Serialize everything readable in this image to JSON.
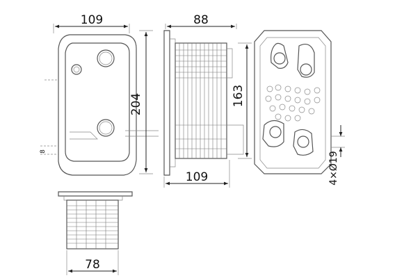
{
  "diagram": {
    "views": [
      "front-view",
      "side-view",
      "back-view",
      "bottom-view"
    ],
    "dimensions": {
      "front_width": "109",
      "height": "204",
      "side_width": "88",
      "core_height": "163",
      "side_base_width": "109",
      "bottom_width": "78",
      "holes": "4×Ø19",
      "small_mark": "8"
    }
  }
}
